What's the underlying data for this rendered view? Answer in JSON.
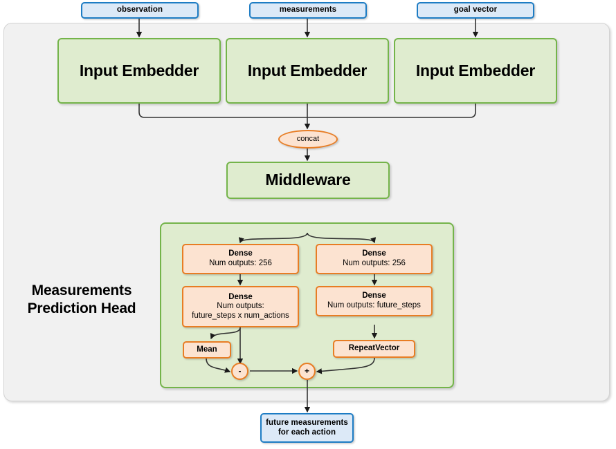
{
  "diagram": {
    "title": "Measurements Prediction Head",
    "colors": {
      "panel_bg": "#f1f1f1",
      "panel_border": "#d3d3d3",
      "io_fill": "#dce9f7",
      "io_border": "#1d7cc4",
      "module_fill": "#dfeccf",
      "module_border": "#74b44a",
      "layer_fill": "#fce3d1",
      "layer_border": "#e87d24",
      "edge": "#333333"
    }
  },
  "inputs": [
    {
      "label": "observation"
    },
    {
      "label": "measurements"
    },
    {
      "label": "goal vector"
    }
  ],
  "embedders": [
    {
      "label": "Input Embedder"
    },
    {
      "label": "Input Embedder"
    },
    {
      "label": "Input Embedder"
    }
  ],
  "concat": {
    "label": "concat"
  },
  "middleware": {
    "label": "Middleware"
  },
  "head": {
    "caption_line1": "Measurements",
    "caption_line2": "Prediction Head",
    "left_branch": {
      "dense1": {
        "title": "Dense",
        "subtitle": "Num outputs: 256"
      },
      "dense2": {
        "title": "Dense",
        "subtitle_line1": "Num outputs:",
        "subtitle_line2": "future_steps x num_actions"
      },
      "mean": {
        "label": "Mean"
      }
    },
    "right_branch": {
      "dense1": {
        "title": "Dense",
        "subtitle": "Num outputs: 256"
      },
      "dense2": {
        "title": "Dense",
        "subtitle": "Num outputs: future_steps"
      },
      "repeat_vector": {
        "label": "RepeatVector"
      }
    },
    "operators": {
      "subtract": {
        "symbol": "-"
      },
      "add": {
        "symbol": "+"
      }
    }
  },
  "output": {
    "line1": "future measurements",
    "line2": "for each action"
  }
}
